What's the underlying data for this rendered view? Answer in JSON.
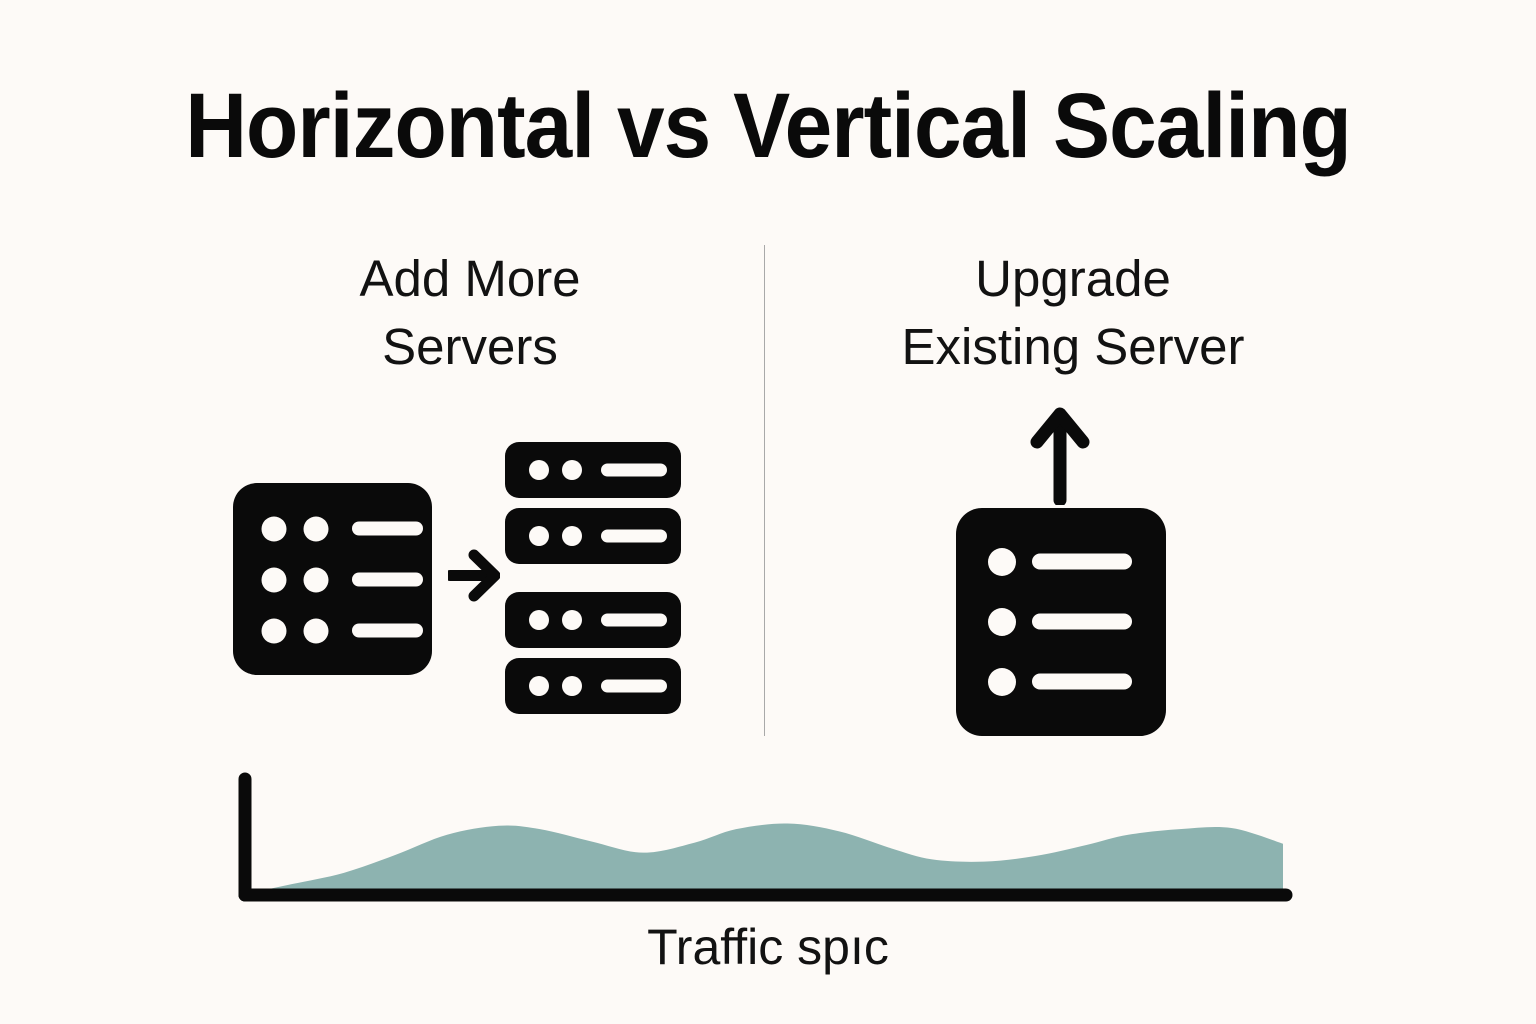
{
  "title": "Horizontal vs Vertical Scaling",
  "columns": {
    "left": {
      "heading": "Add More\nServers",
      "icons": [
        "server-single-icon",
        "arrow-right-icon",
        "server-stack-icon"
      ]
    },
    "right": {
      "heading": "Upgrade\nExisting Server",
      "icons": [
        "arrow-up-icon",
        "server-single-icon"
      ]
    }
  },
  "caption": "Traffic spıc",
  "colors": {
    "background": "#FDFAF7",
    "ink": "#0A0A0A",
    "teal": "#8DB3B0",
    "divider": "#A9A9A9"
  },
  "chart_data": {
    "type": "area",
    "title": "",
    "xlabel": "Traffic spıc",
    "ylabel": "",
    "grid": false,
    "legend": null,
    "axis": {
      "style": "L-shaped",
      "x_range": [
        0,
        100
      ],
      "y_range": [
        0,
        100
      ]
    },
    "fill_color": "#8DB3B0",
    "x": [
      0,
      4,
      9,
      14,
      19,
      24,
      28,
      33,
      38,
      43,
      47,
      52,
      57,
      62,
      66,
      71,
      76,
      81,
      85,
      90,
      95,
      100
    ],
    "y": [
      0,
      8,
      18,
      34,
      52,
      60,
      57,
      46,
      36,
      45,
      57,
      62,
      55,
      40,
      30,
      28,
      33,
      43,
      52,
      57,
      58,
      44
    ]
  }
}
